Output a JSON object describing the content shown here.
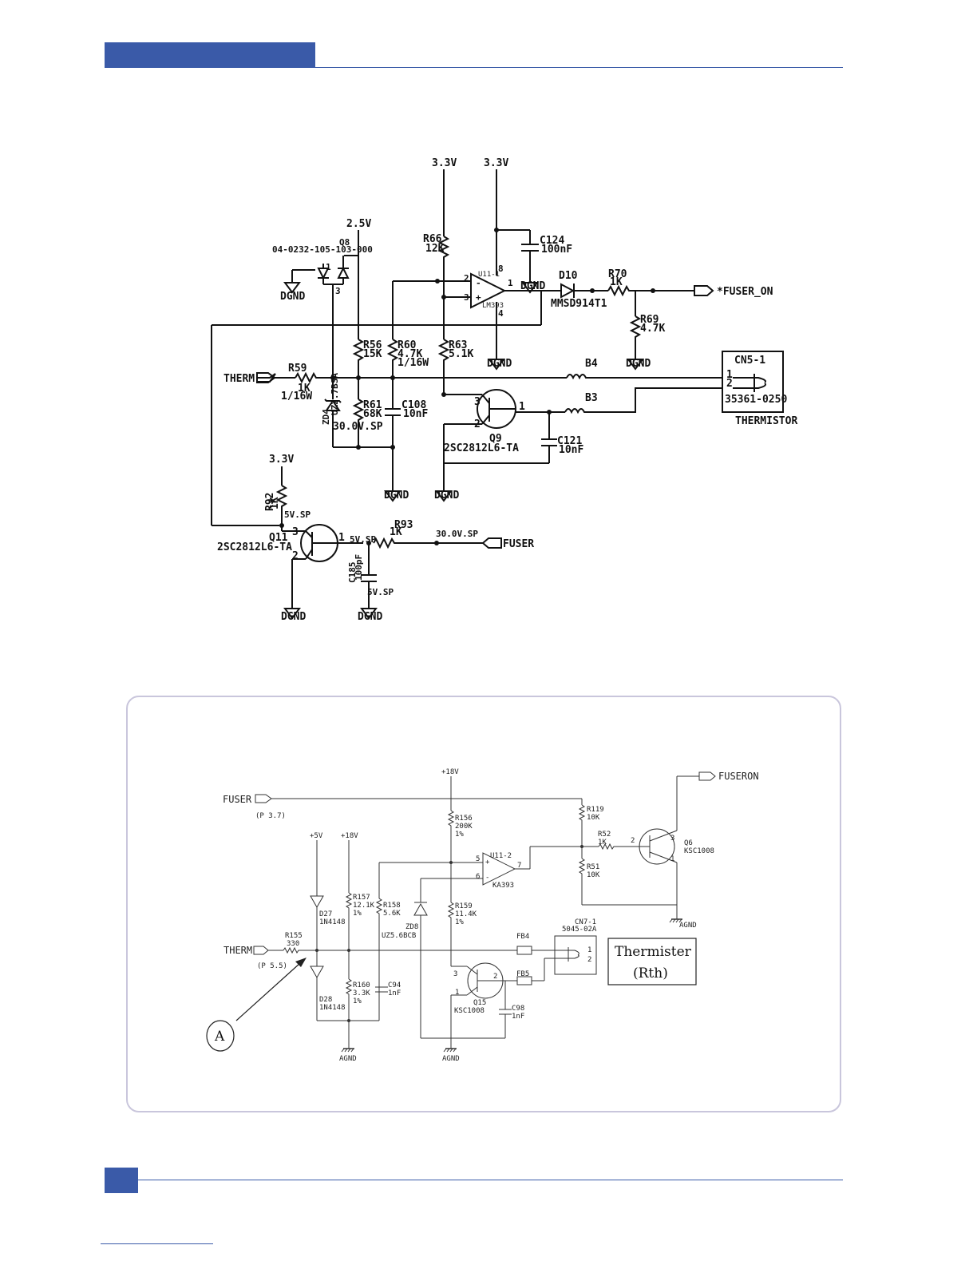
{
  "header": {
    "accent_color": "#3a5aa8"
  },
  "schematic_top": {
    "rails": {
      "v33_a": "3.3V",
      "v33_b": "3.3V",
      "v25": "2.5V",
      "v33_c": "3.3V"
    },
    "ground": "DGND",
    "q8": {
      "ref": "Q8",
      "part": "04-0232-105-103-000"
    },
    "r66": {
      "ref": "R66",
      "value": "12K"
    },
    "c124": {
      "ref": "C124",
      "value": "100nF"
    },
    "u11": {
      "ref": "U11-1",
      "part": "LM393"
    },
    "d10": {
      "ref": "D10",
      "part": "MMSD914T1"
    },
    "r70": {
      "ref": "R70",
      "value": "1K"
    },
    "r69": {
      "ref": "R69",
      "value": "4.7K"
    },
    "fuser_on": "*FUSER_ON",
    "r56": {
      "ref": "R56",
      "value": "15K"
    },
    "r60": {
      "ref": "R60",
      "value": "4.7K",
      "rating": "1/16W"
    },
    "r63": {
      "ref": "R63",
      "value": "5.1K"
    },
    "b4": "B4",
    "b3": "B3",
    "cn5": {
      "ref": "CN5-1",
      "part": "35361-0250",
      "label": "THERMISTOR",
      "pin1": "1",
      "pin2": "2"
    },
    "therm": "THERM",
    "r59": {
      "ref": "R59",
      "value": "1K",
      "rating": "1/16W"
    },
    "zd4": {
      "ref": "ZD4",
      "part": "UZ2.7BSA"
    },
    "net_30v": "30.0V.SP",
    "r61": {
      "ref": "R61",
      "value": "68K"
    },
    "c108": {
      "ref": "C108",
      "value": "10nF"
    },
    "q9": {
      "ref": "Q9",
      "part": "2SC2812L6-TA"
    },
    "c121": {
      "ref": "C121",
      "value": "10nF"
    },
    "r92": {
      "ref": "R92",
      "value": "1K"
    },
    "net_5vsp": "5V.SP",
    "q11": {
      "ref": "Q11",
      "part": "2SC2812L6-TA"
    },
    "r93": {
      "ref": "R93",
      "value": "1K"
    },
    "fuser": "FUSER",
    "c185": {
      "ref": "C185",
      "value": "100pF"
    }
  },
  "schematic_bottom": {
    "fuser": "FUSER",
    "fuser_ref": "(P 3.7)",
    "fuseron": "FUSERON",
    "v18_a": "+18V",
    "v5": "+5V",
    "v18_b": "+18V",
    "r156": {
      "ref": "R156",
      "value": "200K",
      "tol": "1%"
    },
    "r119": {
      "ref": "R119",
      "value": "10K"
    },
    "r52": {
      "ref": "R52",
      "value": "1K"
    },
    "q6": {
      "ref": "Q6",
      "part": "KSC1008"
    },
    "u11_2": {
      "ref": "U11-2",
      "part": "KA393"
    },
    "r51": {
      "ref": "R51",
      "value": "10K"
    },
    "agnd": "AGND",
    "d27": {
      "ref": "D27",
      "part": "1N4148"
    },
    "r157": {
      "ref": "R157",
      "value": "12.1K",
      "tol": "1%"
    },
    "r158": {
      "ref": "R158",
      "value": "5.6K"
    },
    "zd8": {
      "ref": "ZD8",
      "part": "UZ5.6BCB"
    },
    "r159": {
      "ref": "R159",
      "value": "11.4K",
      "tol": "1%"
    },
    "therm": "THERM",
    "therm_ref": "(P 5.5)",
    "r155": {
      "ref": "R155",
      "value": "330"
    },
    "fb4": "FB4",
    "fb5": "FB5",
    "cn7": {
      "ref": "CN7-1",
      "part": "5045-02A",
      "pin1": "1",
      "pin2": "2"
    },
    "thermister_box": {
      "line1": "Thermister",
      "line2": "(Rth)"
    },
    "d28": {
      "ref": "D28",
      "part": "1N4148"
    },
    "r160": {
      "ref": "R160",
      "value": "3.3K",
      "tol": "1%"
    },
    "c94": {
      "ref": "C94",
      "value": "1nF"
    },
    "q15": {
      "ref": "Q15",
      "part": "KSC1008"
    },
    "c98": {
      "ref": "C98",
      "value": "1nF"
    },
    "callout": "A"
  }
}
